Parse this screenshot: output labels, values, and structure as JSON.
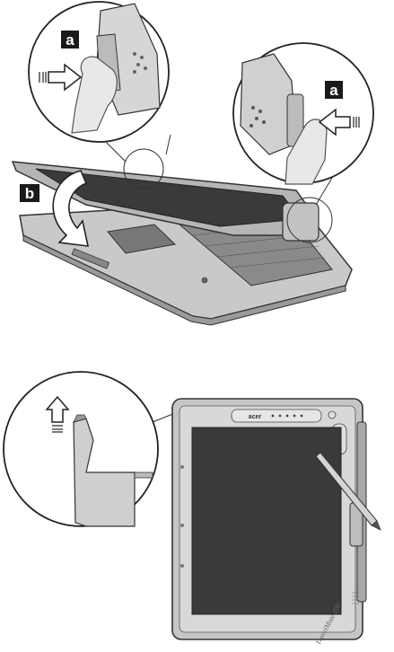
{
  "labels": {
    "step_a": "a",
    "step_b": "b"
  },
  "device": {
    "brand": "acer",
    "model": "TravelMate 100"
  },
  "colors": {
    "badge_bg": "#1a1a1a",
    "screen_dark": "#3a3a3a",
    "body_gray": "#bdbdbd",
    "outline": "#333333"
  },
  "icons": {
    "push_arrow": "arrow-right-outline",
    "rotate_arrow": "curved-rotate-arrow",
    "slide_up_arrow": "arrow-up-outline"
  }
}
